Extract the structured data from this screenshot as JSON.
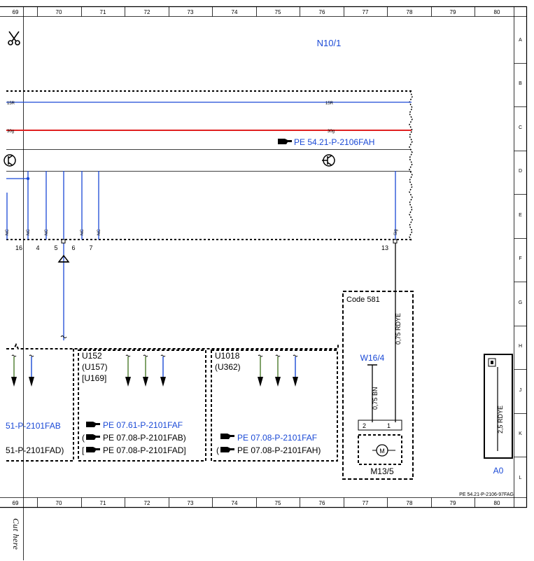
{
  "columns": [
    "69",
    "70",
    "71",
    "72",
    "73",
    "74",
    "75",
    "76",
    "77",
    "78",
    "79",
    "80"
  ],
  "rows": [
    "A",
    "B",
    "C",
    "D",
    "E",
    "F",
    "G",
    "H",
    "J",
    "K",
    "L"
  ],
  "title": "N10/1",
  "bus": {
    "line_15r": "15R",
    "line_30g": "30g"
  },
  "colors": {
    "blue": "#1a49d6",
    "red": "#e02020",
    "green": "#4a7a2a",
    "black": "#000000"
  },
  "ref_top": "PE 54.21-P-2106FAH",
  "pin_labels": {
    "p16": "16",
    "p4": "4",
    "p5": "5",
    "p6": "6",
    "p7": "7",
    "p13": "13"
  },
  "nc_label": "NC",
  "sig_label": "Sig",
  "group_left": {
    "ref1": "51-P-2101FAB",
    "ref2": "51-P-2101FAD)"
  },
  "group_u152": {
    "labels": [
      "U152",
      "(U157)",
      "[U169]"
    ],
    "ref_blue": "PE 07.61-P-2101FAF",
    "ref1": "PE 07.08-P-2101FAB)",
    "ref2": "PE 07.08-P-2101FAD]",
    "prefix1": "(",
    "prefix2": "["
  },
  "group_u1018": {
    "labels": [
      "U1018",
      "(U362)"
    ],
    "ref_blue": "PE 07.08-P-2101FAF",
    "ref1": "PE 07.08-P-2101FAH)",
    "prefix1": "("
  },
  "code_box": {
    "title": "Code 581",
    "wire_rdye": "0,75 RDYE",
    "wire_bn": "0,75 BN",
    "connector": "W16/4",
    "pin2": "2",
    "pin1": "1",
    "motor_label": "M",
    "component": "M13/5"
  },
  "a0": {
    "wire": "2,5 RDYE",
    "label": "A0"
  },
  "doc_ref": "PE 54.21-P-2106-97FAG",
  "cut_text": "Cut here",
  "scissors_icon": "scissors-icon"
}
